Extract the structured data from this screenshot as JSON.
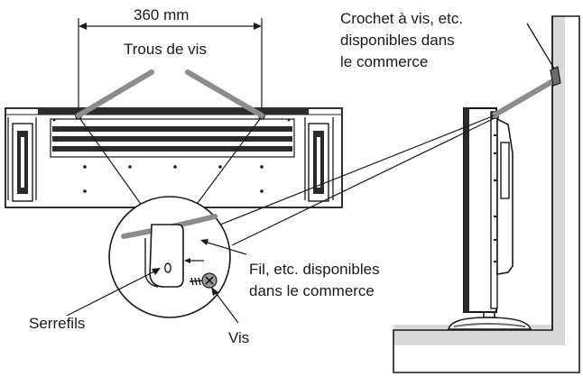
{
  "labels": {
    "width_dimension": "360 mm",
    "screw_holes": "Trous de vis",
    "hook_line1": "Crochet à vis, etc.",
    "hook_line2": "disponibles dans",
    "hook_line3": "le commerce",
    "wire_line1": "Fil, etc. disponibles",
    "wire_line2": "dans le commerce",
    "cable_tie": "Serrefils",
    "screw": "Vis"
  },
  "colors": {
    "outline": "#1a1a1a",
    "wire": "#8c8c8c",
    "floor": "#d9d9d9",
    "monitor_dark": "#2b2b2b",
    "monitor_mid": "#6b6b6b"
  }
}
